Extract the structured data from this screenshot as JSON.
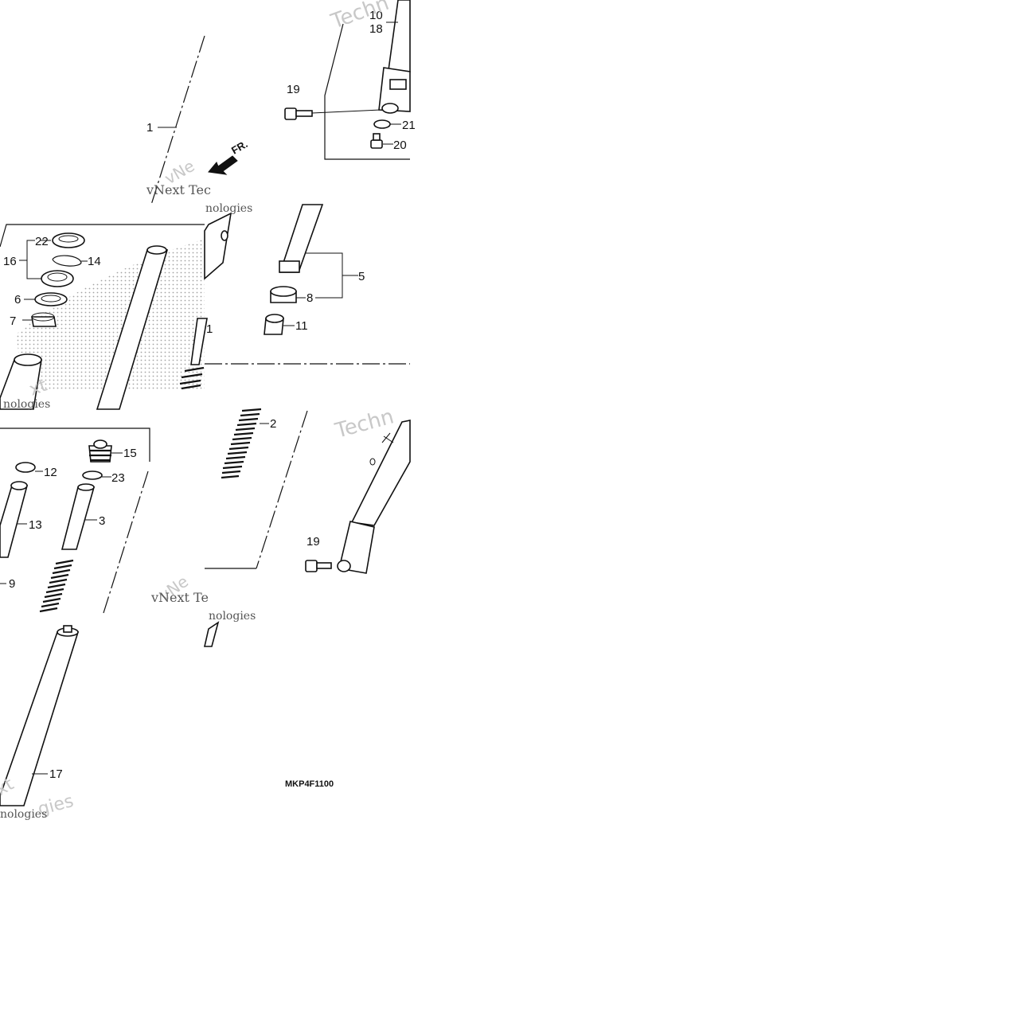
{
  "diagram": {
    "drawing_code": "MKP4F1100",
    "direction_arrow_label": "FR.",
    "callouts": {
      "c1": "1",
      "c10": "10",
      "c18": "18",
      "c19a": "19",
      "c21": "21",
      "c20": "20",
      "c22": "22",
      "c14": "14",
      "c16": "16",
      "c6": "6",
      "c7": "7",
      "c5": "5",
      "c8": "8",
      "c11": "11",
      "c1b": "1",
      "c2": "2",
      "c15": "15",
      "c12": "12",
      "c23": "23",
      "c13": "13",
      "c3": "3",
      "c9": "9",
      "c19b": "19",
      "c17": "17"
    },
    "watermarks": {
      "w1": "Techn",
      "w2": "vNext Tec",
      "w3": "nologies",
      "w4": "vNe",
      "w5": "Techn",
      "w6": "vNext Te",
      "w7": "nologies",
      "w8": "vNe",
      "w9": "nologies",
      "w10": "xt",
      "w11": "nologies",
      "w12": "gies"
    }
  }
}
